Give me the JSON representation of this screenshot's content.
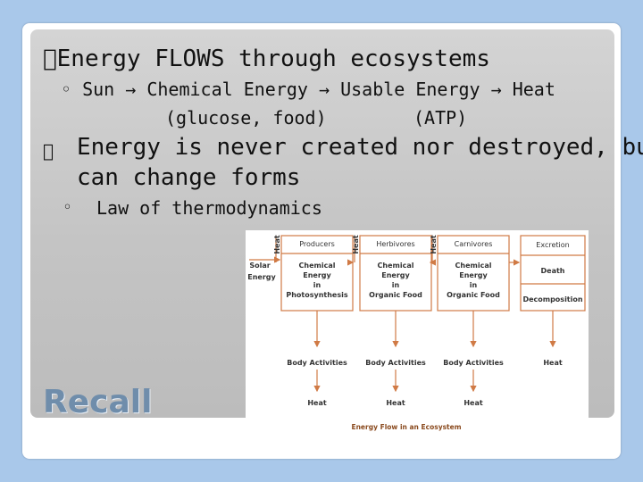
{
  "slide": {
    "bullet1_marker": "",
    "bullet1": "Energy FLOWS through ecosystems",
    "sub1_line1": "◦ Sun → Chemical Energy → Usable Energy → Heat",
    "sub1_glucose": "(glucose, food)",
    "sub1_atp": "(ATP)",
    "bullet2_marker": "",
    "bullet2_line1": "Energy is never created nor destroyed, but",
    "bullet2_line2": "can change forms",
    "sub2_marker": "◦",
    "sub2": "Law of thermodynamics",
    "recall": "Recall"
  },
  "diagram": {
    "heat_label": "Heat",
    "solar1": "Solar",
    "solar2": "Energy",
    "columns": [
      {
        "title": "Producers",
        "lines": [
          "Chemical",
          "Energy",
          "in",
          "Photosynthesis"
        ],
        "activity": "Body Activities",
        "bottom": "Heat"
      },
      {
        "title": "Herbivores",
        "lines": [
          "Chemical",
          "Energy",
          "in",
          "Organic Food"
        ],
        "activity": "Body Activities",
        "bottom": "Heat"
      },
      {
        "title": "Carnivores",
        "lines": [
          "Chemical",
          "Energy",
          "in",
          "Organic Food"
        ],
        "activity": "Body Activities",
        "bottom": "Heat"
      }
    ],
    "right_boxes": [
      "Excretion",
      "Death",
      "Decomposition"
    ],
    "right_bottom": "Heat",
    "caption": "Energy Flow in an Ecosystem",
    "colors": {
      "line": "#d07a45",
      "arrow": "#d07a45",
      "text": "#333333"
    }
  }
}
